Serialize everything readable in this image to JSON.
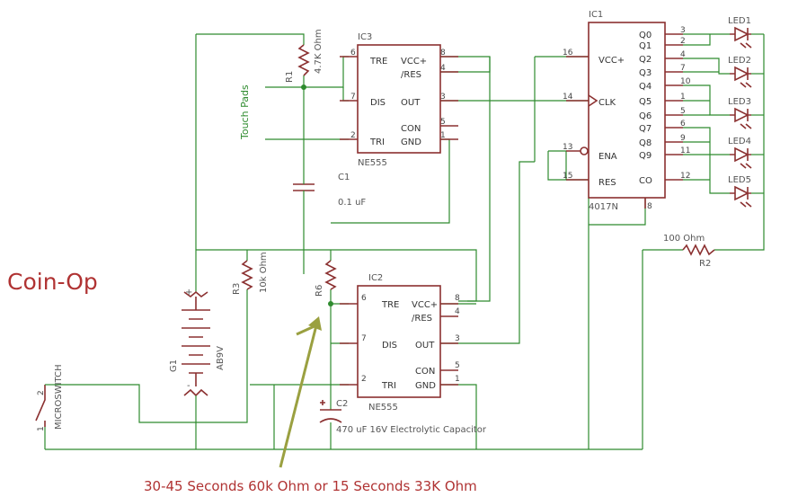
{
  "title": "Coin-Op",
  "annotation": "30-45 Seconds 60k Ohm or 15 Seconds  33K Ohm",
  "colors": {
    "wire": "#2e8b2e",
    "part": "#8b3030",
    "text": "#555555"
  },
  "touch_pads": "Touch Pads",
  "ic3": {
    "ref": "IC3",
    "part": "NE555",
    "pins_left": [
      "TRE",
      "DIS",
      "TRI"
    ],
    "pins_right": [
      "VCC+",
      "/RES",
      "OUT",
      "CON",
      "GND"
    ],
    "pin_numbers": [
      "6",
      "7",
      "2",
      "8",
      "4",
      "3",
      "5",
      "1"
    ]
  },
  "ic2": {
    "ref": "IC2",
    "part": "NE555",
    "pins_left": [
      "TRE",
      "DIS",
      "TRI"
    ],
    "pins_right": [
      "VCC+",
      "/RES",
      "OUT",
      "CON",
      "GND"
    ],
    "pin_numbers": [
      "6",
      "7",
      "2",
      "8",
      "4",
      "3",
      "5",
      "1"
    ]
  },
  "ic1": {
    "ref": "IC1",
    "part": "4017N",
    "pins_left": [
      "VCC+",
      "CLK",
      "ENA",
      "RES"
    ],
    "pins_right": [
      "Q0",
      "Q1",
      "Q2",
      "Q3",
      "Q4",
      "Q5",
      "Q6",
      "Q7",
      "Q8",
      "Q9",
      "CO"
    ],
    "left_pin_numbers": [
      "16",
      "14",
      "13",
      "15"
    ],
    "right_pin_numbers": [
      "3",
      "2",
      "4",
      "7",
      "10",
      "1",
      "5",
      "6",
      "9",
      "11",
      "12"
    ],
    "bottom_pin": "8"
  },
  "r1": {
    "ref": "R1",
    "value": "4.7K Ohm"
  },
  "r2": {
    "ref": "R2",
    "value": "100 Ohm"
  },
  "r3": {
    "ref": "R3",
    "value": "10k Ohm"
  },
  "r6": {
    "ref": "R6"
  },
  "c1": {
    "ref": "C1",
    "value": "0.1 uF"
  },
  "c2": {
    "ref": "C2",
    "value": "470 uF 16V Electrolytic Capacitor"
  },
  "g1": {
    "ref": "G1",
    "value": "AB9V",
    "plus": "+",
    "minus": "-"
  },
  "s1": {
    "ref": "MICROSWITCH",
    "pin1": "1",
    "pin2": "2"
  },
  "leds": [
    "LED1",
    "LED2",
    "LED3",
    "LED4",
    "LED5"
  ]
}
